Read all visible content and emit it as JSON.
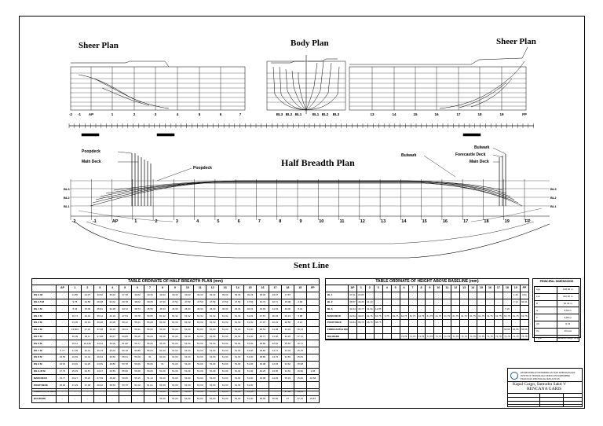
{
  "titles": {
    "sheer_left": "Sheer Plan",
    "body_plan": "Body Plan",
    "sheer_right": "Sheer Plan",
    "half_breadth": "Half Breadth Plan",
    "sent_line": "Sent Line"
  },
  "labels": {
    "poopdeck": "Poopdeck",
    "main_deck": "Main Deck",
    "poopdeck_inner": "Poopdeck",
    "bulwark_left": "Bulwark",
    "bulwark_right": "Bulwark",
    "forecastle_deck": "Forecastle Deck",
    "main_deck_right": "Main Deck",
    "bl1": "BL1",
    "bl2": "BL2",
    "bl3": "BL3"
  },
  "sheer_stations": [
    "-2",
    "-1",
    "AP",
    "1",
    "2",
    "3",
    "4",
    "5",
    "6",
    "7",
    "BL3",
    "BL2",
    "BL1",
    "BL1",
    "BL2",
    "BL3",
    "13",
    "14",
    "15",
    "16",
    "17",
    "18",
    "19",
    "FP"
  ],
  "half_breadth_stations": [
    "-2",
    "-1",
    "AP",
    "1",
    "2",
    "3",
    "4",
    "5",
    "6",
    "7",
    "8",
    "9",
    "10",
    "11",
    "12",
    "13",
    "14",
    "15",
    "16",
    "17",
    "18",
    "19",
    "FP"
  ],
  "half_breadth_table": {
    "title": "TABLE ORDINATE OF HALF BREADTH PLAN (mm)",
    "columns": [
      "AP",
      "1",
      "2",
      "3",
      "4",
      "5",
      "6",
      "7",
      "8",
      "9",
      "10",
      "11",
      "12",
      "13",
      "14",
      "15",
      "16",
      "17",
      "18",
      "19",
      "FP"
    ],
    "rows": [
      {
        "name": "WL 0.00",
        "cells": [
          "-",
          "13,85",
          "24,07",
          "30,56",
          "35,02",
          "37,78",
          "39,02",
          "39,33",
          "39,33",
          "39,33",
          "39,33",
          "39,33",
          "39,33",
          "39,33",
          "39,33",
          "39,33",
          "38,03",
          "33,07",
          "17,87",
          "-",
          "-"
        ]
      },
      {
        "name": "WL 0.5 M",
        "cells": [
          "-",
          "9,75",
          "19,58",
          "29,98",
          "32,02",
          "33,78",
          "38,02",
          "39,65",
          "47,33",
          "47,52",
          "47,53",
          "47,53",
          "47,53",
          "47,53",
          "47,53",
          "47,53",
          "43,73",
          "32,71",
          "15,08",
          "2,06",
          "-"
        ]
      },
      {
        "name": "WL 1 M",
        "cells": [
          "-",
          "6,43",
          "15,09",
          "25,81",
          "30,28",
          "33,72",
          "38,73",
          "45,55",
          "46,33",
          "46,33",
          "46,33",
          "46,33",
          "46,33",
          "46,33",
          "46,33",
          "46,33",
          "46,03",
          "41,63",
          "30,06",
          "8,44",
          "-"
        ]
      },
      {
        "name": "WL 2 M",
        "cells": [
          "-",
          "10,74",
          "26,43",
          "35,12",
          "42,19",
          "47,53",
          "49,78",
          "50,55",
          "51,32",
          "51,32",
          "51,32",
          "51,32",
          "51,32",
          "51,32",
          "51,32",
          "51,32",
          "47,57",
          "36,03",
          "26,13",
          "5,88",
          "-"
        ]
      },
      {
        "name": "WL 3 M",
        "cells": [
          "-",
          "13,05",
          "25,91",
          "35,28",
          "44,08",
          "50,12",
          "55,21",
          "56,08",
          "51,00",
          "51,00",
          "51,00",
          "51,00",
          "51,00",
          "51,00",
          "51,00",
          "51,00",
          "47,07",
          "40,22",
          "30,56",
          "8,21",
          "-"
        ]
      },
      {
        "name": "WL 4 M",
        "cells": [
          "-",
          "13,803",
          "27,16",
          "37,98",
          "46,15",
          "49,31",
          "56,31",
          "56,09",
          "51,00",
          "51,00",
          "51,00",
          "51,00",
          "51,00",
          "51,00",
          "51,00",
          "51,00",
          "48,51",
          "41,08",
          "34,04",
          "15,14",
          "-"
        ]
      },
      {
        "name": "WL 5 M",
        "cells": [
          "-",
          "15,09",
          "29,11",
          "37,88",
          "46,07",
          "50,85",
          "56,26",
          "56,09",
          "51,00",
          "51,00",
          "51,00",
          "51,00",
          "51,00",
          "51,00",
          "51,00",
          "51,00",
          "48,77",
          "41,96",
          "34,93",
          "17,72",
          "-"
        ]
      },
      {
        "name": "WL 6 M",
        "cells": [
          "-",
          "15,12",
          "29,150",
          "34,94",
          "46,09",
          "51,98",
          "56,77",
          "56,05",
          "51,00",
          "51,00",
          "51,00",
          "51,00",
          "51,00",
          "51,00",
          "51,00",
          "51,00",
          "48,80",
          "42,84",
          "35,62",
          "15,71",
          "-"
        ]
      },
      {
        "name": "WL 7 M",
        "cells": [
          "5,77",
          "17,09",
          "30,21",
          "35,13",
          "45,02",
          "50,78",
          "56,88",
          "56,03",
          "51,00",
          "51,00",
          "51,00",
          "51,00",
          "51,00",
          "51,00",
          "51,00",
          "51,00",
          "48,82",
          "41,77",
          "34,03",
          "15,78",
          "-"
        ]
      },
      {
        "name": "WL 8 M",
        "cells": [
          "15,59",
          "19,69",
          "31,31",
          "35,63",
          "45,50",
          "55,91",
          "56,09",
          "51",
          "51,00",
          "51,00",
          "51,00",
          "51,00",
          "51,00",
          "51,00",
          "51,00",
          "51,00",
          "48,85",
          "44,79",
          "34,59",
          "15,84",
          "-"
        ]
      },
      {
        "name": "WL 9 M",
        "cells": [
          "18,16",
          "23,04",
          "34,29",
          "44,39",
          "48,80",
          "53,78",
          "56,09",
          "56,09",
          "51",
          "51,00",
          "51,00",
          "51,00",
          "51,00",
          "51,00",
          "51,00",
          "51,00",
          "49,08",
          "44,93",
          "34,62",
          "15,98",
          "-"
        ]
      },
      {
        "name": "WL 9,45 M",
        "cells": [
          "17,73",
          "25,39",
          "34,87",
          "44,37",
          "46,59",
          "55,96",
          "56,08",
          "56,09",
          "51,00",
          "51,00",
          "51,00",
          "51,00",
          "51,00",
          "51,00",
          "51,00",
          "51,00",
          "49,25",
          "44,95",
          "34,63",
          "16,60",
          "1,06"
        ]
      },
      {
        "name": "MAIN DECK",
        "cells": [
          "23,77",
          "29,27",
          "35,20",
          "37,59",
          "48,48",
          "50,95",
          "55,15",
          "51,13",
          "51,00",
          "51,00",
          "51,00",
          "51,00",
          "51,00",
          "51,00",
          "51,00",
          "51,00",
          "49,08",
          "44,99",
          "35,33",
          "15,84",
          "10,58"
        ]
      },
      {
        "name": "POOP DECK",
        "cells": [
          "26,00",
          "27,29",
          "37,38",
          "40,02",
          "48,53",
          "53,76",
          "51,00",
          "51,01",
          "51,00",
          "51,00",
          "51,00",
          "51,00",
          "51,00",
          "51,00",
          "51,00",
          "51,00",
          "-",
          "-",
          "-",
          "-",
          "-"
        ]
      },
      {
        "name": "FORECASTLE DECK",
        "cells": [
          "-",
          "-",
          "-",
          "-",
          "-",
          "-",
          "-",
          "-",
          "51,00",
          "51,00",
          "51,00",
          "51,00",
          "51,00",
          "51,00",
          "51,00",
          "51,00",
          "-",
          "-",
          "37,60",
          "14,04",
          "-"
        ]
      },
      {
        "name": "BULWARK",
        "cells": [
          "-",
          "-",
          "-",
          "-",
          "-",
          "-",
          "-",
          "-",
          "51,00",
          "51,00",
          "51,00",
          "51,00",
          "51,00",
          "51,00",
          "51,00",
          "51,00",
          "48,09",
          "45,00",
          "37",
          "37,10",
          "15,87"
        ]
      }
    ]
  },
  "height_table": {
    "title": "TABLE ORDINATE OF HEIGHT ABOVE BASELINE (mm)",
    "columns": [
      "AP",
      "1",
      "2",
      "3",
      "4",
      "5",
      "6",
      "7",
      "8",
      "9",
      "10",
      "11",
      "12",
      "13",
      "14",
      "15",
      "16",
      "17",
      "18",
      "19",
      "FP"
    ],
    "rows": [
      {
        "name": "BL 1",
        "cells": [
          "37,21",
          "23,83",
          "-",
          "-",
          "-",
          "-",
          "-",
          "-",
          "-",
          "-",
          "-",
          "-",
          "-",
          "-",
          "-",
          "-",
          "-",
          "-",
          "-",
          "1,46",
          "3,01"
        ]
      },
      {
        "name": "BL 2",
        "cells": [
          "38,57",
          "40,26",
          "41,43",
          "-",
          "-",
          "-",
          "-",
          "-",
          "-",
          "-",
          "-",
          "-",
          "-",
          "-",
          "-",
          "-",
          "-",
          "-",
          "-",
          "7,14",
          "64,31"
        ]
      },
      {
        "name": "BL 3",
        "cells": [
          "40,44",
          "40,77",
          "41,34",
          "12,85",
          "-",
          "-",
          "-",
          "-",
          "-",
          "-",
          "-",
          "-",
          "-",
          "-",
          "-",
          "-",
          "-",
          "-",
          "7,16",
          "-",
          "-"
        ]
      },
      {
        "name": "MAIN DECK",
        "cells": [
          "32,84",
          "39,07",
          "61,75",
          "61,75",
          "6,75",
          "63,75",
          "61,75",
          "61,75",
          "61,75",
          "61,75",
          "61,75",
          "61,75",
          "61,75",
          "61,75",
          "61,75",
          "61,75",
          "61,75",
          "61,75",
          "61,75",
          "61,75",
          "61,75"
        ]
      },
      {
        "name": "POOP DECK",
        "cells": [
          "69,84",
          "68,75",
          "68,75",
          "68,75",
          "-",
          "-",
          "-",
          "-",
          "-",
          "-",
          "-",
          "-",
          "-",
          "-",
          "-",
          "-",
          "-",
          "-",
          "-",
          "-",
          "-"
        ]
      },
      {
        "name": "FORECASTLE DECK",
        "cells": [
          "-",
          "-",
          "-",
          "-",
          "-",
          "-",
          "-",
          "-",
          "-",
          "-",
          "-",
          "-",
          "-",
          "-",
          "-",
          "-",
          "-",
          "-",
          "66,55",
          "66,55",
          "66,55"
        ]
      },
      {
        "name": "BULWARK",
        "cells": [
          "-",
          "-",
          "-",
          "-",
          "-",
          "-",
          "71,75",
          "71,75",
          "71,75",
          "71,75",
          "71,75",
          "71,75",
          "71,75",
          "71,75",
          "71,75",
          "71,75",
          "71,75",
          "71,75",
          "71,75",
          "71,75",
          "71,75"
        ]
      }
    ]
  },
  "dimensions_table": {
    "title": "PRINCIPAL DIMENSIONS",
    "rows": [
      {
        "k": "Lpp",
        "v": "108,00 m"
      },
      {
        "k": "Lwl",
        "v": "112,32 m"
      },
      {
        "k": "B",
        "v": "16,32 m"
      },
      {
        "k": "H",
        "v": "8,50 m"
      },
      {
        "k": "T",
        "v": "6,95 m"
      },
      {
        "k": "Cb",
        "v": "0,72"
      },
      {
        "k": "Vs",
        "v": "13 knot"
      },
      {
        "k": "Type",
        "v": "General Cargo Ship"
      }
    ]
  },
  "title_block": {
    "institution_1": "KEMENTERIAN PENDIDIKAN DAN KEBUDAYAAN",
    "institution_2": "INSTITUT TEKNOLOGI SEPULUH NOPEMBER",
    "institution_3": "FAKULTAS TEKNOLOGI KELAUTAN",
    "ship_name": "Kapal Cargo, Samudra Sakti V",
    "drawing_name": "RENCANA GARIS"
  }
}
